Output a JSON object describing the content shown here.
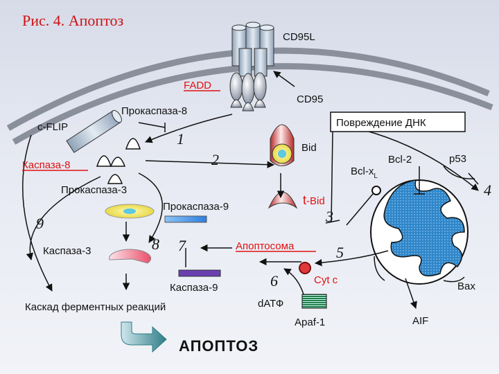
{
  "title": "Рис. 4. Апоптоз",
  "labels": {
    "cd95l": "CD95L",
    "fadd": "FADD",
    "cd95": "CD95",
    "procaspase8": "Прокаспаза-8",
    "cflip": "c-FLIP",
    "dna_damage": "Повреждение ДНК",
    "bid": "Bid",
    "bcl2": "Bcl-2",
    "p53": "p53",
    "bclxl_main": "Bcl-x",
    "bclxl_sub": "L",
    "caspase8": "Каспаза-8",
    "procaspase3": "Прокаспаза-3",
    "procaspase9": "Прокаспаза-9",
    "tbid_t": "t",
    "tbid_rest": "-Bid",
    "caspase3": "Каспаза-3",
    "apoptosome": "Апоптосома",
    "caspase9": "Каспаза-9",
    "cytc": "Cyt c",
    "bax": "Bax",
    "cascade": "Каскад ферментных реакций",
    "datp": "dАТФ",
    "apaf1": "Apaf-1",
    "aif": "AIF",
    "apoptosis": "АПОПТОЗ"
  },
  "steps": {
    "s1": "1",
    "s2": "2",
    "s3": "3",
    "s4": "4",
    "s5": "5",
    "s6": "6",
    "s7": "7",
    "s8": "8",
    "s9": "9"
  },
  "colors": {
    "membrane": "#8a8f9c",
    "receptor": "#b9c6d3",
    "mitochondrion": "#2f86c9",
    "caspase": "#ffffff",
    "label_red": "#e01010",
    "procaspase9_bar": "#3a8ee6",
    "caspase9_bar": "#6a3fb0",
    "cytc": "#e0393a",
    "apaf1": "#1f7a4a",
    "apoptosis_arrow": "#2f7d86"
  }
}
